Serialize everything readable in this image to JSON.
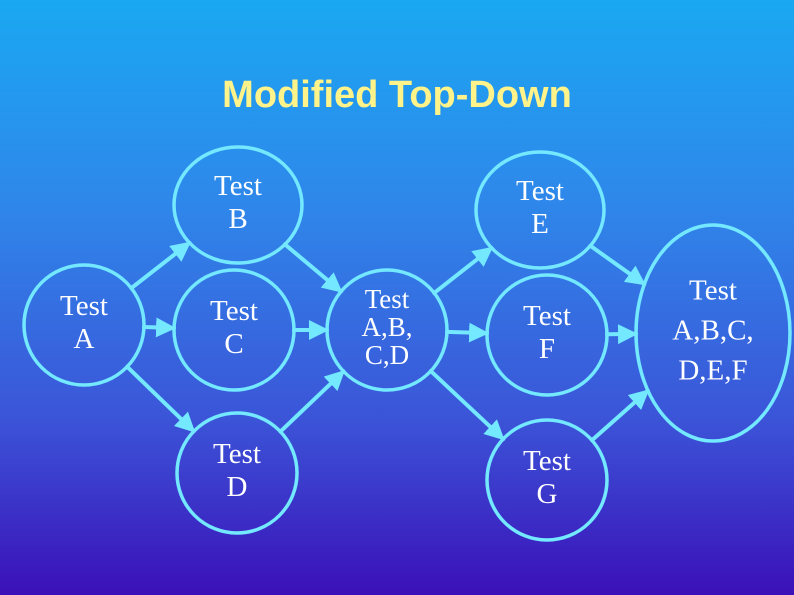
{
  "title": "Modified Top-Down",
  "colors": {
    "node_stroke": "#73e8ff",
    "arrow": "#73e8ff",
    "title": "#fff38a",
    "label": "#ffffff"
  },
  "nodes": [
    {
      "id": "test-b",
      "lines": [
        "Test",
        "B"
      ]
    },
    {
      "id": "test-e",
      "lines": [
        "Test",
        "E"
      ]
    },
    {
      "id": "test-a",
      "lines": [
        "Test",
        "A"
      ]
    },
    {
      "id": "test-c",
      "lines": [
        "Test",
        "C"
      ]
    },
    {
      "id": "test-abcd",
      "lines": [
        "Test",
        "A,B,",
        "C,D"
      ]
    },
    {
      "id": "test-f",
      "lines": [
        "Test",
        "F"
      ]
    },
    {
      "id": "test-abcdef",
      "lines": [
        "Test",
        "A,B,C,",
        "D,E,F"
      ]
    },
    {
      "id": "test-d",
      "lines": [
        "Test",
        "D"
      ]
    },
    {
      "id": "test-g",
      "lines": [
        "Test",
        "G"
      ]
    }
  ],
  "edges": [
    {
      "from": "test-a",
      "to": "test-b"
    },
    {
      "from": "test-a",
      "to": "test-c"
    },
    {
      "from": "test-a",
      "to": "test-d"
    },
    {
      "from": "test-b",
      "to": "test-abcd"
    },
    {
      "from": "test-c",
      "to": "test-abcd"
    },
    {
      "from": "test-d",
      "to": "test-abcd"
    },
    {
      "from": "test-abcd",
      "to": "test-e"
    },
    {
      "from": "test-abcd",
      "to": "test-f"
    },
    {
      "from": "test-abcd",
      "to": "test-g"
    },
    {
      "from": "test-e",
      "to": "test-abcdef"
    },
    {
      "from": "test-f",
      "to": "test-abcdef"
    },
    {
      "from": "test-g",
      "to": "test-abcdef"
    }
  ]
}
